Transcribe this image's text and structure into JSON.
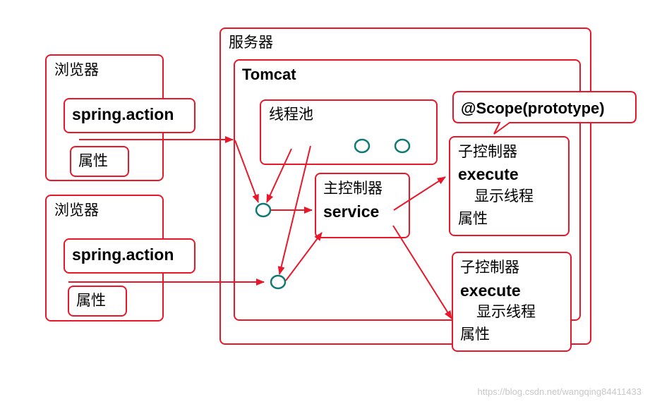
{
  "browser1": {
    "title": "浏览器",
    "request": "spring.action",
    "attr": "属性"
  },
  "browser2": {
    "title": "浏览器",
    "request": "spring.action",
    "attr": "属性"
  },
  "server": {
    "title": "服务器"
  },
  "tomcat": {
    "title": "Tomcat"
  },
  "thread_pool": {
    "title": "线程池"
  },
  "main_controller": {
    "line1": "主控制器",
    "line2": "service"
  },
  "scope_callout": {
    "text": "@Scope(prototype)"
  },
  "sub_controller1": {
    "line1": "子控制器",
    "line2": "execute",
    "line3": "显示线程",
    "line4": "属性"
  },
  "sub_controller2": {
    "line1": "子控制器",
    "line2": "execute",
    "line3": "显示线程",
    "line4": "属性"
  },
  "watermark": "https://blog.csdn.net/wangqing84411433",
  "colors": {
    "stroke": "#e8182a",
    "node": "#0f7a75"
  }
}
